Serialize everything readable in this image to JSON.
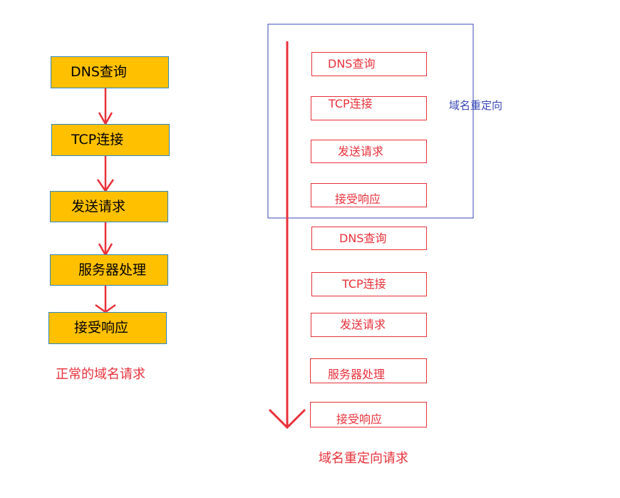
{
  "normal": {
    "steps": [
      "DNS查询",
      "TCP连接",
      "发送请求",
      "服务器处理",
      "接受响应"
    ],
    "caption": "正常的域名请求"
  },
  "redirect": {
    "group_steps": [
      "DNS查询",
      "TCP连接",
      "发送请求",
      "接受响应"
    ],
    "group_label": "域名重定向",
    "steps": [
      "DNS查询",
      "TCP连接",
      "发送请求",
      "服务器处理",
      "接受响应"
    ],
    "caption": "域名重定向请求"
  },
  "colors": {
    "step_fill": "#ffc000",
    "accent_red": "#e8313a",
    "group_border": "#3a48b5"
  }
}
